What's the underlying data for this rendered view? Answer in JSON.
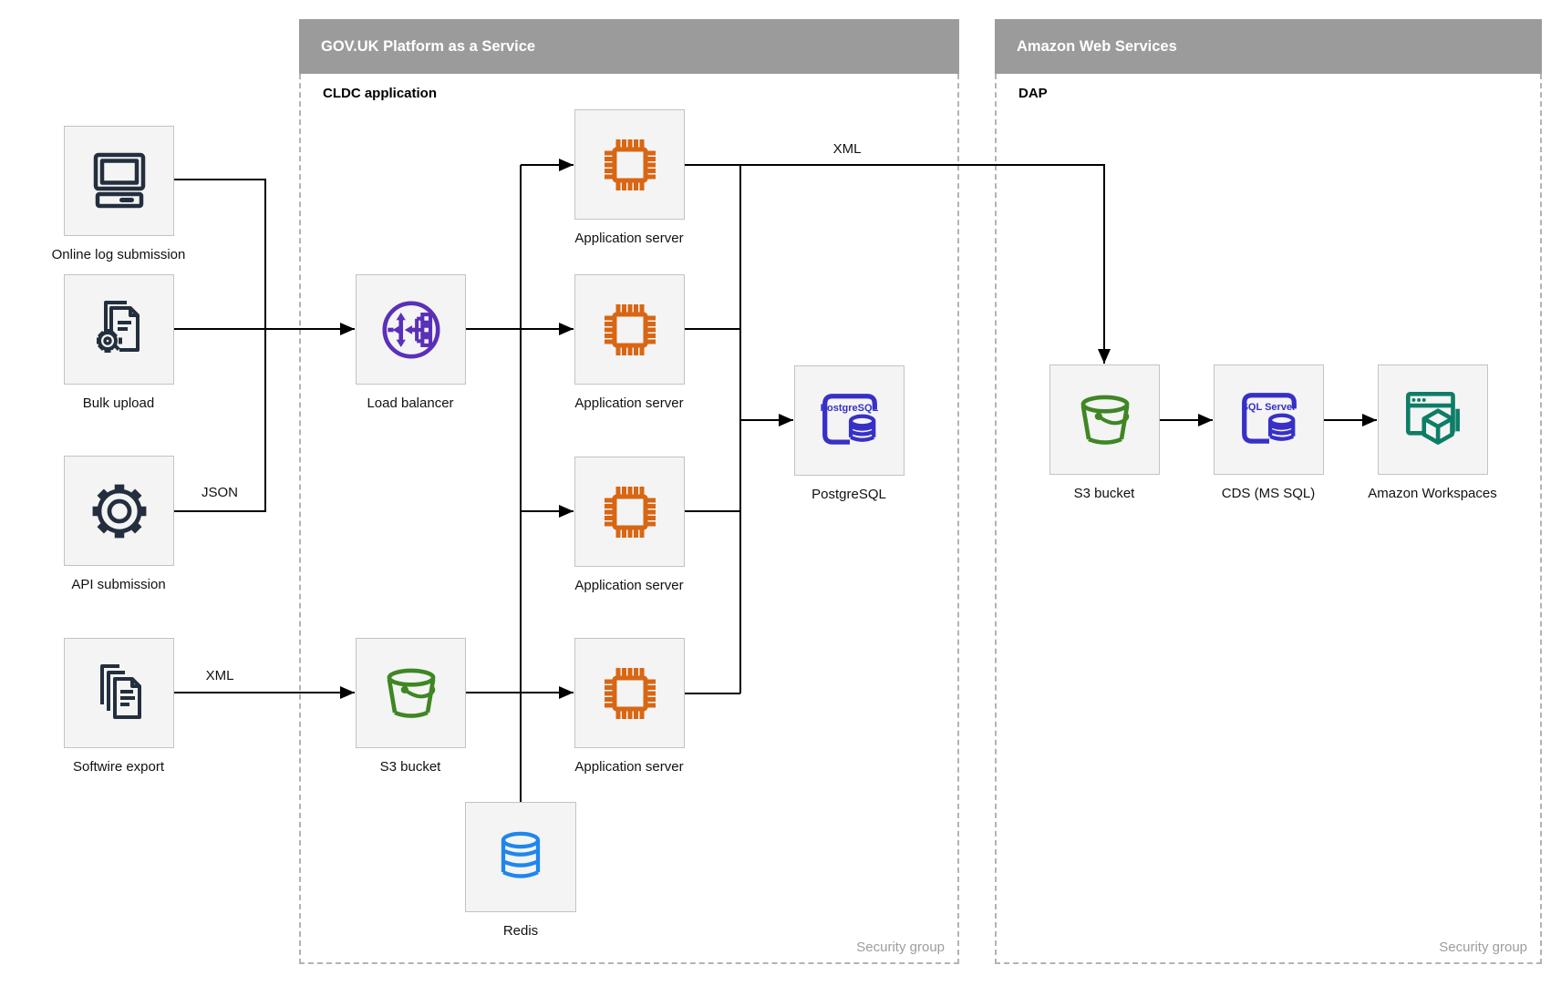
{
  "containers": {
    "paas": {
      "title": "GOV.UK Platform as a Service",
      "sublabel": "CLDC application",
      "footer": "Security group"
    },
    "aws": {
      "title": "Amazon Web Services",
      "sublabel": "DAP",
      "footer": "Security group"
    }
  },
  "nodes": {
    "online_log": {
      "label": "Online log submission",
      "icon": "desktop-computer-icon"
    },
    "bulk_upload": {
      "label": "Bulk upload",
      "icon": "document-gear-icon"
    },
    "api_submission": {
      "label": "API submission",
      "icon": "gear-icon"
    },
    "softwire_export": {
      "label": "Softwire export",
      "icon": "documents-stack-icon"
    },
    "load_balancer": {
      "label": "Load balancer",
      "icon": "load-balancer-icon"
    },
    "s3_paas": {
      "label": "S3 bucket",
      "icon": "s3-bucket-icon"
    },
    "app_server_1": {
      "label": "Application server",
      "icon": "chip-icon"
    },
    "app_server_2": {
      "label": "Application server",
      "icon": "chip-icon"
    },
    "app_server_3": {
      "label": "Application server",
      "icon": "chip-icon"
    },
    "app_server_4": {
      "label": "Application server",
      "icon": "chip-icon"
    },
    "postgresql": {
      "label": "PostgreSQL",
      "icon": "postgresql-database-icon",
      "icon_text": "PostgreSQL"
    },
    "redis": {
      "label": "Redis",
      "icon": "database-cylinder-icon"
    },
    "s3_aws": {
      "label": "S3 bucket",
      "icon": "s3-bucket-icon"
    },
    "cds": {
      "label": "CDS (MS SQL)",
      "icon": "sql-server-database-icon",
      "icon_text": "SQL Server"
    },
    "workspaces": {
      "label": "Amazon Workspaces",
      "icon": "workspaces-icon"
    }
  },
  "edge_labels": {
    "api_json": "JSON",
    "softwire_xml": "XML",
    "app_to_aws_xml": "XML"
  },
  "colors": {
    "header_gray": "#9b9b9b",
    "dashed_border": "#b3b3b3",
    "box_fill": "#f4f4f4",
    "box_border": "#c3c3c3",
    "dark_navy": "#232f3e",
    "orange": "#d86613",
    "purple": "#5a30b8",
    "green": "#3f8624",
    "indigo": "#3730c8",
    "azure": "#1e86ee",
    "teal": "#0e7d66",
    "line_black": "#000000",
    "security_text": "#9d9d9d"
  }
}
